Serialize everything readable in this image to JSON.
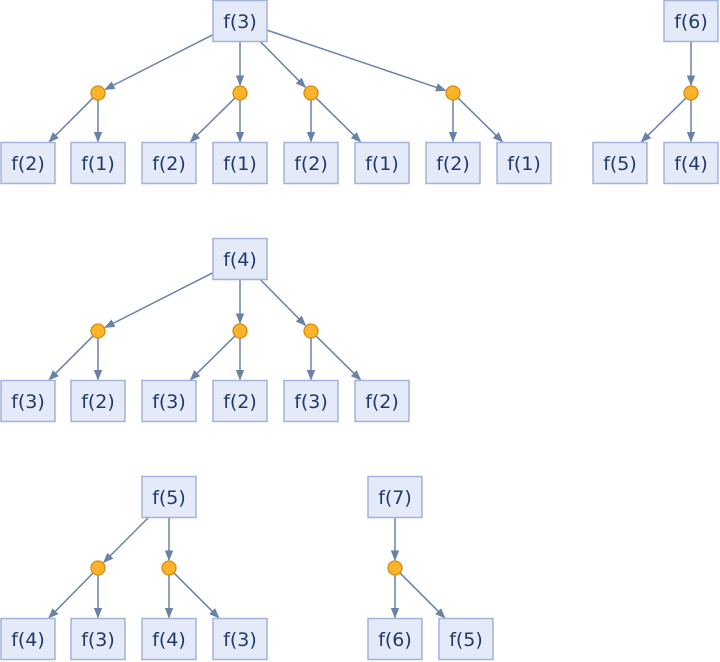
{
  "function_name": "f",
  "colors": {
    "node_fill": "#e4eaf7",
    "node_border": "#a3b3d9",
    "node_text": "#1f3a6b",
    "edge": "#6a82a8",
    "junction_fill": "#fbb32a",
    "junction_border": "#d88b12"
  },
  "trees": [
    {
      "root": "f(3)",
      "junctions": [
        {
          "children": [
            "f(2)",
            "f(1)"
          ]
        },
        {
          "children": [
            "f(2)",
            "f(1)"
          ]
        },
        {
          "children": [
            "f(2)",
            "f(1)"
          ]
        },
        {
          "children": [
            "f(2)",
            "f(1)"
          ]
        }
      ]
    },
    {
      "root": "f(6)",
      "junctions": [
        {
          "children": [
            "f(5)",
            "f(4)"
          ]
        }
      ]
    },
    {
      "root": "f(4)",
      "junctions": [
        {
          "children": [
            "f(3)",
            "f(2)"
          ]
        },
        {
          "children": [
            "f(3)",
            "f(2)"
          ]
        },
        {
          "children": [
            "f(3)",
            "f(2)"
          ]
        }
      ]
    },
    {
      "root": "f(5)",
      "junctions": [
        {
          "children": [
            "f(4)",
            "f(3)"
          ]
        },
        {
          "children": [
            "f(4)",
            "f(3)"
          ]
        }
      ]
    },
    {
      "root": "f(7)",
      "junctions": [
        {
          "children": [
            "f(6)",
            "f(5)"
          ]
        }
      ]
    }
  ]
}
